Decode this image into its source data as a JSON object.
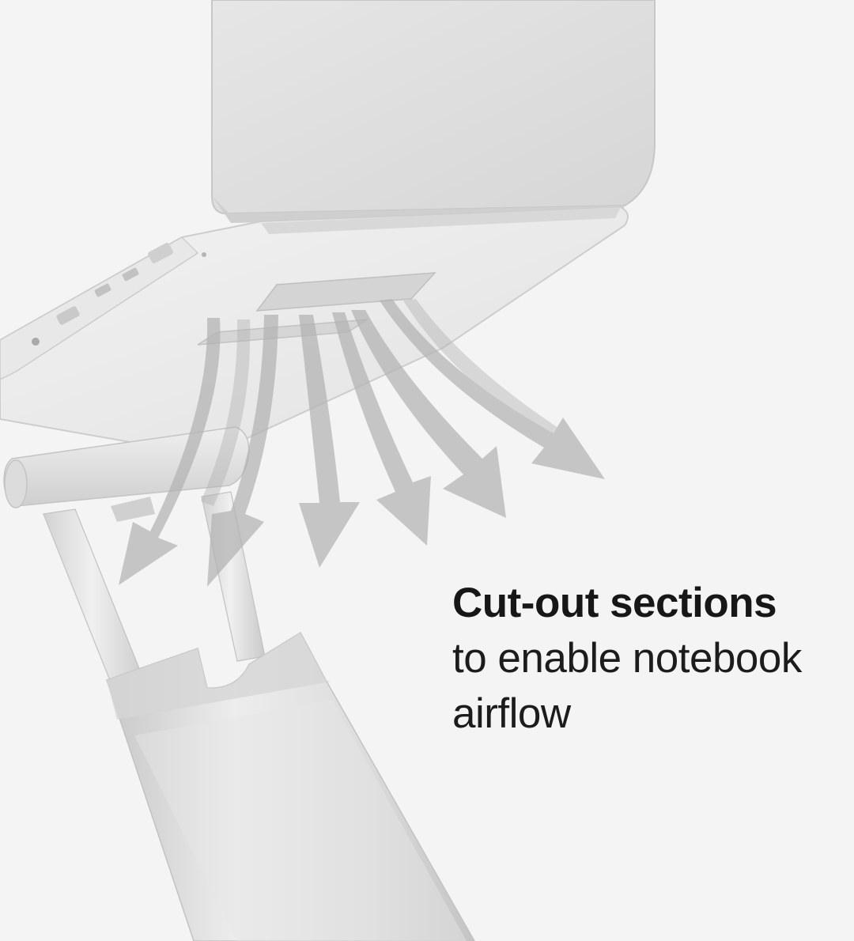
{
  "caption": {
    "title": "Cut-out sections",
    "line1": "to enable notebook",
    "line2": "airflow"
  },
  "colors": {
    "background": "#f4f4f4",
    "text": "#171717",
    "aluminium_light": "#ececec",
    "aluminium_mid": "#d9d9d9",
    "aluminium_dark": "#bdbdbd",
    "airflow_arrow": "#b5b5b5"
  },
  "illustration": {
    "subject": "laptop-on-aluminium-stand",
    "arrows_count": 8
  }
}
